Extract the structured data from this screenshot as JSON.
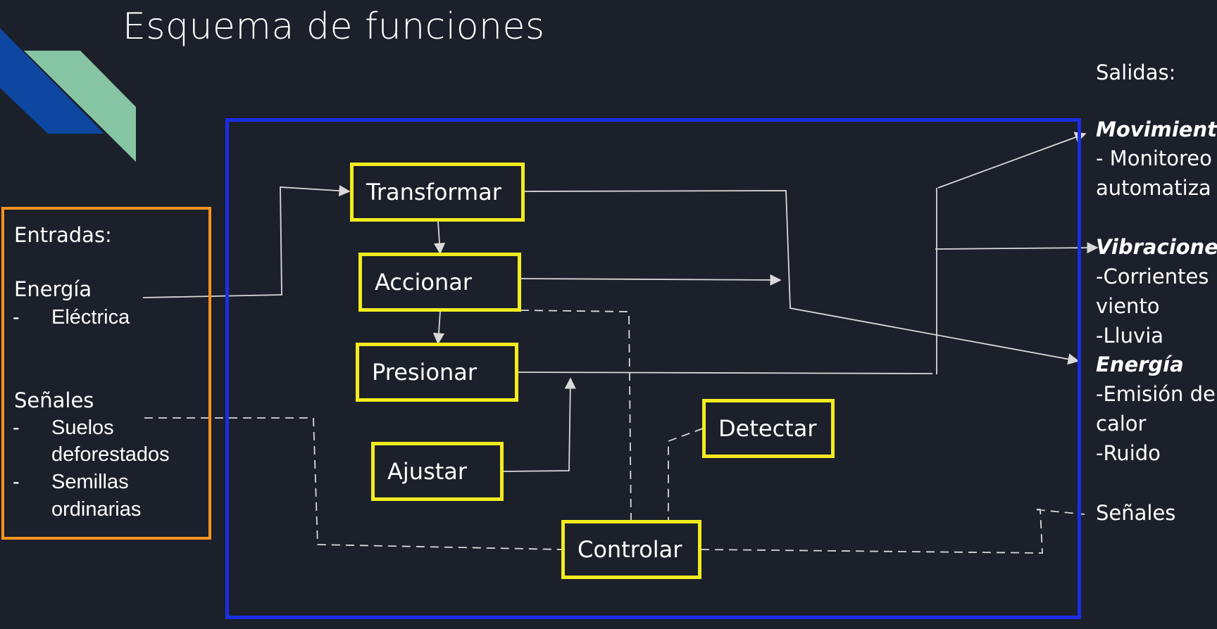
{
  "slide": {
    "title": "Esquema de funciones"
  },
  "inputs": {
    "heading": "Entradas:",
    "energy_label": "Energía",
    "energy_items": [
      "Eléctrica"
    ],
    "signals_label": "Señales",
    "signal_items": [
      "Suelos",
      "deforestados",
      "Semillas",
      "ordinarias"
    ],
    "bullet": "-"
  },
  "functions": {
    "transformar": "Transformar",
    "accionar": "Accionar",
    "presionar": "Presionar",
    "ajustar": "Ajustar",
    "detectar": "Detectar",
    "controlar": "Controlar"
  },
  "outputs": {
    "heading": "Salidas:",
    "movimiento_title": "Movimiento",
    "movimiento_line1": "- Monitoreo",
    "movimiento_line2": "automatiza",
    "vibraciones_title": "Vibraciones",
    "vibraciones_line1": "-Corrientes",
    "vibraciones_line2": "viento",
    "vibraciones_line3": "-Lluvia",
    "energia_title": "Energía",
    "energia_line1": "-Emisión de",
    "energia_line2": "calor",
    "energia_line3": "-Ruido",
    "senales": "Señales"
  },
  "colors": {
    "background": "#1c202b",
    "system_border": "#1a2ee6",
    "input_border": "#f7931e",
    "function_border": "#f2ec1f",
    "deco_blue": "#0d47a1",
    "deco_green": "#86c5a4",
    "connector": "#d9d9d9"
  }
}
